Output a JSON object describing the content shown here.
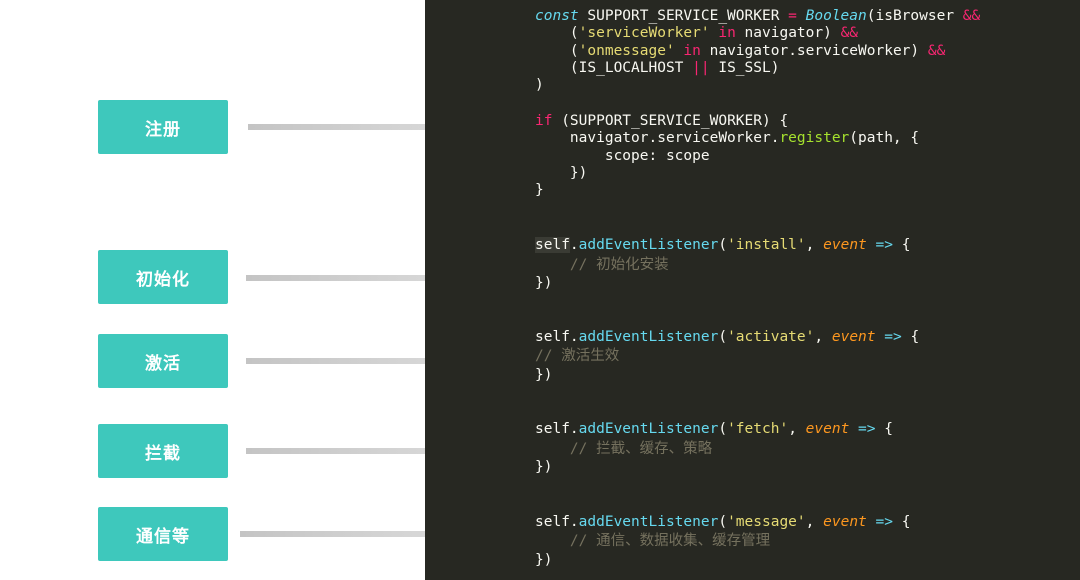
{
  "labels": {
    "register": "注册",
    "install": "初始化",
    "activate": "激活",
    "fetch": "拦截",
    "message": "通信等"
  },
  "code": {
    "l1_const": "const",
    "l1_name": " SUPPORT_SERVICE_WORKER ",
    "l1_eq": "=",
    "l1_space": " ",
    "l1_bool": "Boolean",
    "l1_rest": "(isBrowser ",
    "l1_and": "&&",
    "l2_indent": "    (",
    "l2_str": "'serviceWorker'",
    "l2_sp": " ",
    "l2_in": "in",
    "l2_rest": " navigator) ",
    "l2_and": "&&",
    "l3_indent": "    (",
    "l3_str": "'onmessage'",
    "l3_sp": " ",
    "l3_in": "in",
    "l3_rest": " navigator.serviceWorker) ",
    "l3_and": "&&",
    "l4_indent": "    (IS_LOCALHOST ",
    "l4_or": "||",
    "l4_rest": " IS_SSL)",
    "l5": ")",
    "l6_if": "if",
    "l6_rest": " (SUPPORT_SERVICE_WORKER) {",
    "l7_pre": "    navigator.serviceWorker.",
    "l7_fn": "register",
    "l7_rest": "(path, {",
    "l8": "        scope: scope",
    "l9": "    })",
    "l10": "}",
    "install_self": "self",
    "install_dot": ".",
    "install_fn": "addEventListener",
    "install_open": "(",
    "install_str": "'install'",
    "install_comma": ", ",
    "install_param": "event",
    "install_arrow": " => ",
    "install_brace": "{",
    "install_comment": "    // 初始化安装",
    "install_close": "})",
    "activate_self": "self.",
    "activate_fn": "addEventListener",
    "activate_open": "(",
    "activate_str": "'activate'",
    "activate_comma": ", ",
    "activate_param": "event",
    "activate_arrow": " => ",
    "activate_brace": "{",
    "activate_comment": "// 激活生效",
    "activate_close": "})",
    "fetch_self": "self.",
    "fetch_fn": "addEventListener",
    "fetch_open": "(",
    "fetch_str": "'fetch'",
    "fetch_comma": ", ",
    "fetch_param": "event",
    "fetch_arrow": " => ",
    "fetch_brace": "{",
    "fetch_comment": "    // 拦截、缓存、策略",
    "fetch_close": "})",
    "message_self": "self.",
    "message_fn": "addEventListener",
    "message_open": "(",
    "message_str": "'message'",
    "message_comma": ", ",
    "message_param": "event",
    "message_arrow": " => ",
    "message_brace": "{",
    "message_comment": "    // 通信、数据收集、缓存管理",
    "message_close": "})"
  },
  "colors": {
    "label_bg": "#3ec8bc",
    "code_bg": "#272822",
    "arrow": "#c8c8c8"
  }
}
